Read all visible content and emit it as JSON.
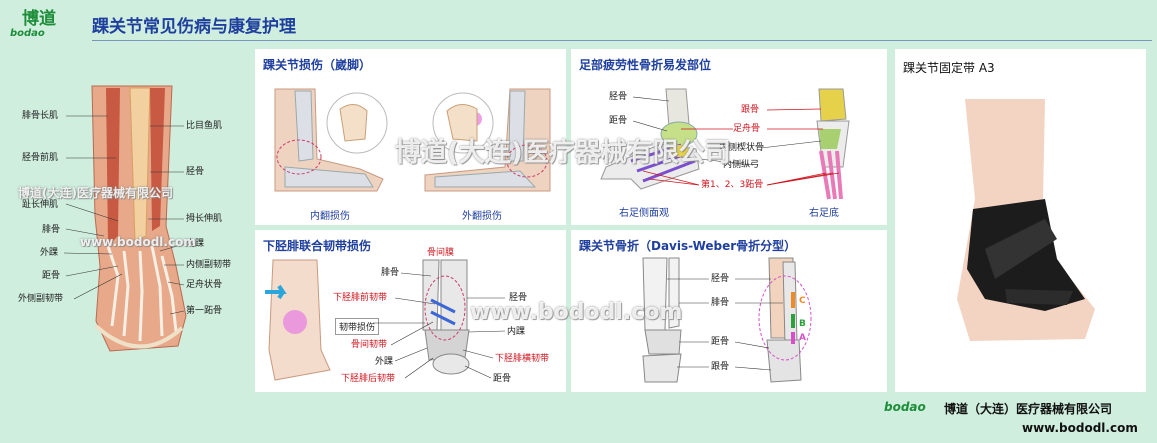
{
  "header": {
    "logo_top": "博道",
    "logo_bottom": "bodao",
    "title": "踝关节常见伤病与康复护理"
  },
  "watermarks": {
    "company": "博道(大连)医疗器械有限公司",
    "company_center": "博道(大连)医疗器械有限公司",
    "site": "www.bododl.com"
  },
  "anatomy": {
    "labels_left": [
      "腓骨长肌",
      "胫骨前肌",
      "趾长伸肌",
      "腓骨",
      "外踝",
      "距骨",
      "外侧副韧带"
    ],
    "labels_right": [
      "比目鱼肌",
      "胫骨",
      "拇长伸肌",
      "内踝",
      "内侧副韧带",
      "足舟状骨",
      "第一跖骨"
    ]
  },
  "sprain": {
    "title": "踝关节损伤（崴脚）",
    "inversion": "内翻损伤",
    "eversion": "外翻损伤"
  },
  "stress": {
    "title": "足部疲劳性骨折易发部位",
    "labels_left": [
      "胫骨",
      "距骨"
    ],
    "labels_center": [
      "跟骨",
      "足舟骨",
      "内侧楔状骨",
      "内侧纵弓",
      "第1、2、3跖骨"
    ],
    "cap_left": "右足侧面观",
    "cap_right": "右足底"
  },
  "syndesmosis": {
    "title": "下胫腓联合韧带损伤",
    "badge": "韧带损伤",
    "labels": {
      "interosseous_membrane": "骨间膜",
      "fibula": "腓骨",
      "anterior_lig": "下胫腓前韧带",
      "tibia": "胫骨",
      "interosseous_lig": "骨间韧带",
      "medial_malleolus": "内踝",
      "lateral_malleolus": "外踝",
      "transverse_lig": "下胫腓横韧带",
      "posterior_lig": "下胫腓后韧带",
      "talus": "距骨"
    }
  },
  "fracture": {
    "title": "踝关节骨折（Davis-Weber骨折分型）",
    "labels": [
      "胫骨",
      "腓骨",
      "距骨",
      "跟骨"
    ],
    "types": [
      "C",
      "B",
      "A"
    ],
    "type_colors": [
      "#f08a24",
      "#2aa13a",
      "#d84fc9"
    ]
  },
  "product": {
    "title": "踝关节固定带 A3"
  },
  "footer": {
    "brand": "bodao",
    "company": "博道（大连）医疗器械有限公司",
    "url": "www.bododl.com"
  }
}
